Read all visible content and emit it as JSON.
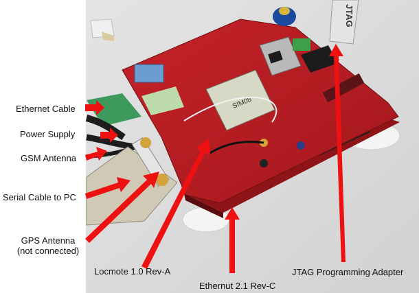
{
  "labels": {
    "ethernet_cable": "Ethernet Cable",
    "power_supply": "Power Supply",
    "gsm_antenna": "GSM Antenna",
    "serial_cable": "Serial Cable to PC",
    "gps_antenna_line1": "GPS Antenna",
    "gps_antenna_line2": "(not connected)",
    "locmote": "Locmote 1.0 Rev-A",
    "ethernut": "Ethernut 2.1 Rev-C",
    "jtag_adapter": "JTAG Programming Adapter"
  },
  "photo_text": {
    "jtag_cable": "JTAG",
    "gsm_module": "SIM08"
  },
  "colors": {
    "arrow": "#ee1111",
    "board_red": "#b81e24",
    "board_dark": "#7c1014",
    "background": "#ffffff"
  }
}
